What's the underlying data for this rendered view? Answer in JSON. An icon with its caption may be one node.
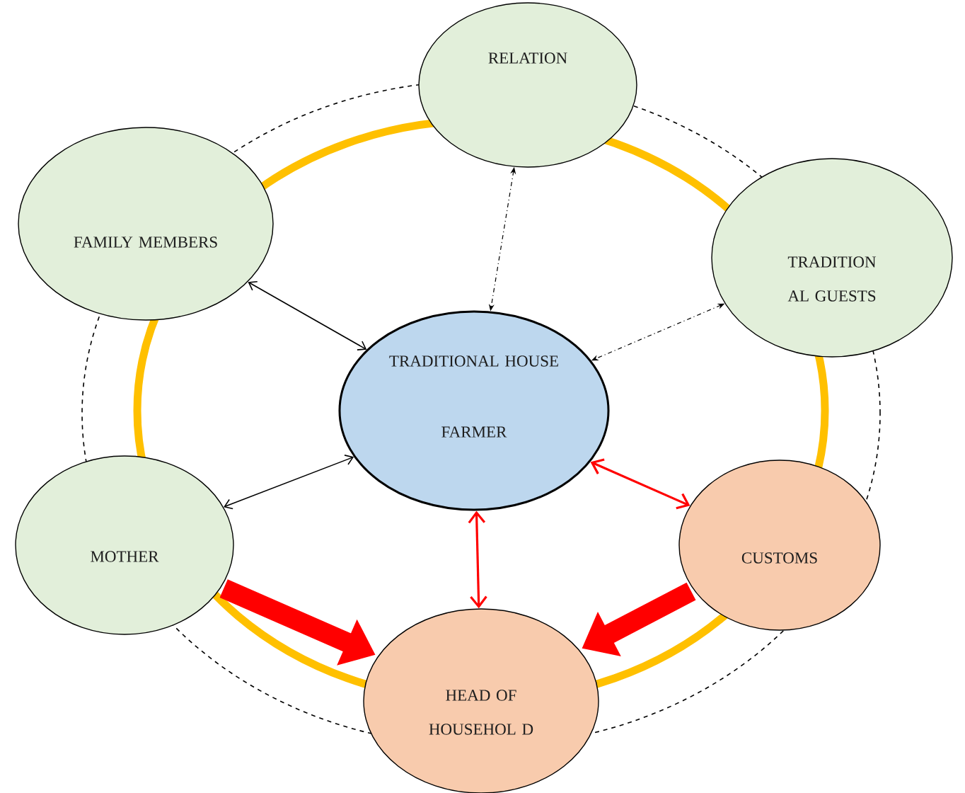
{
  "diagram": {
    "nodes": [
      {
        "text": [
          "RELATION"
        ]
      },
      {
        "text": [
          "FAMILY MEMBERS"
        ]
      },
      {
        "text": [
          "TRADITION AL GUESTS"
        ]
      },
      {
        "text": [
          "TRADITIONAL HOUSE",
          "FARMER"
        ]
      },
      {
        "text": [
          "MOTHER"
        ]
      },
      {
        "text": [
          "CUSTOMS"
        ]
      },
      {
        "text": [
          "HEAD OF HOUSEHOL D"
        ]
      }
    ],
    "edges": [
      {
        "from": 1,
        "to": 3,
        "arrow": "both"
      },
      {
        "from": 3,
        "to": 4,
        "arrow": "both"
      },
      {
        "from": 0,
        "to": 3,
        "arrow": "both",
        "style": "dashed"
      },
      {
        "from": 2,
        "to": 3,
        "arrow": "both",
        "style": "dashed"
      },
      {
        "from": 3,
        "to": 5,
        "arrow": "both",
        "color": "#ff0000"
      },
      {
        "from": 3,
        "to": 6,
        "arrow": "both",
        "color": "#ff0000"
      },
      {
        "from": 4,
        "to": 6,
        "arrow": "to",
        "style": "thick",
        "color": "#ff0000"
      },
      {
        "from": 5,
        "to": 6,
        "arrow": "to",
        "style": "thick",
        "color": "#ff0000"
      }
    ]
  }
}
